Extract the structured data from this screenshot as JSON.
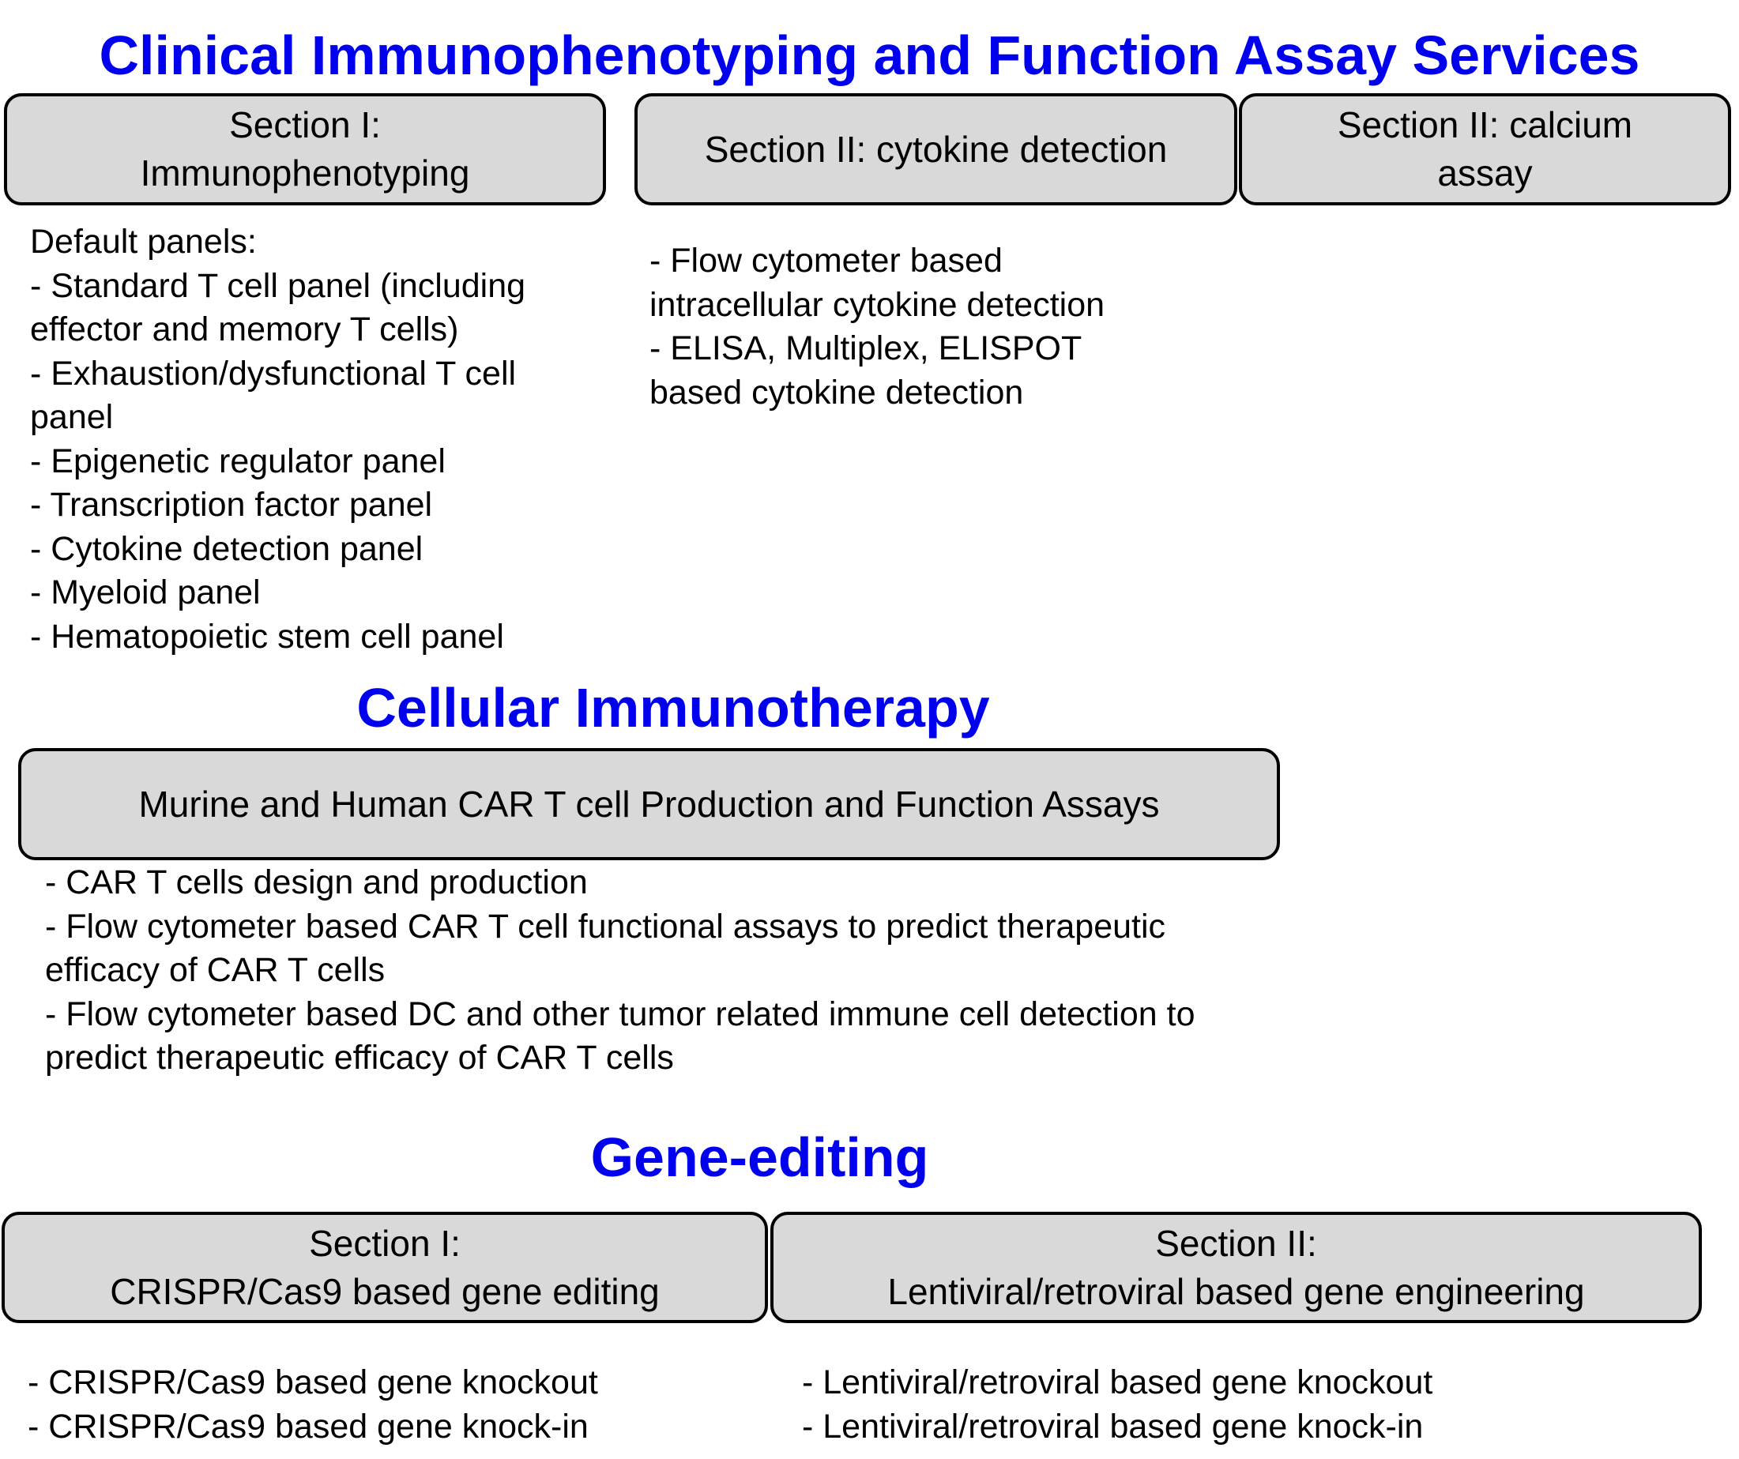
{
  "colors": {
    "title": "#0000ee",
    "box_fill": "#d9d9d9",
    "box_border": "#000000",
    "text": "#000000"
  },
  "sections": {
    "clinical": {
      "title": "Clinical Immunophenotyping and Function Assay Services",
      "boxes": [
        {
          "label": "Section I:\nImmunophenotyping",
          "items": [
            "Default panels:",
            "- Standard T cell panel (including",
            "effector and memory T cells)",
            "- Exhaustion/dysfunctional T cell",
            "panel",
            "- Epigenetic regulator panel",
            "- Transcription factor panel",
            "- Cytokine detection panel",
            "- Myeloid panel",
            "- Hematopoietic stem cell panel"
          ]
        },
        {
          "label": "Section II: cytokine detection",
          "items": [
            "- Flow cytometer based",
            "intracellular cytokine detection",
            "- ELISA, Multiplex, ELISPOT",
            "based cytokine detection"
          ]
        },
        {
          "label": "Section II: calcium\nassay",
          "items": []
        }
      ]
    },
    "cellular": {
      "title": "Cellular Immunotherapy",
      "boxes": [
        {
          "label": "Murine and Human CAR T cell Production and Function Assays",
          "items": [
            "- CAR T cells design and production",
            "- Flow cytometer based CAR T cell functional assays to predict therapeutic",
            "efficacy of CAR T cells",
            "- Flow cytometer based DC and other tumor related immune cell detection to",
            "predict therapeutic efficacy of CAR T cells"
          ]
        }
      ]
    },
    "gene_editing": {
      "title": "Gene-editing",
      "boxes": [
        {
          "label": "Section I:\nCRISPR/Cas9 based gene editing",
          "items": [
            "- CRISPR/Cas9 based gene knockout",
            "- CRISPR/Cas9 based gene knock-in"
          ]
        },
        {
          "label": "Section II:\nLentiviral/retroviral based gene engineering",
          "items": [
            "- Lentiviral/retroviral based gene knockout",
            "- Lentiviral/retroviral based gene knock-in"
          ]
        }
      ]
    }
  }
}
